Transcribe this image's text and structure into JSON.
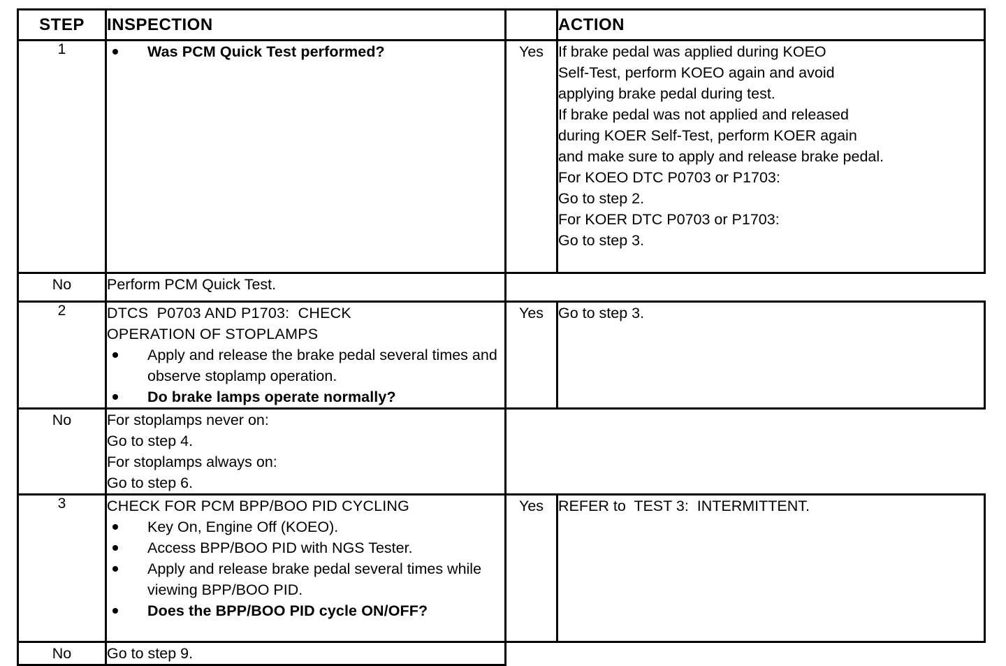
{
  "table": {
    "headers": {
      "step": "STEP",
      "inspection": "INSPECTION",
      "action": "ACTION"
    },
    "rows": [
      {
        "step": "1",
        "inspection": {
          "heading": "",
          "bullets": [
            {
              "text": "Was PCM Quick Test performed?",
              "bold": true
            }
          ]
        },
        "branches": [
          {
            "label": "Yes",
            "text": "If brake pedal was applied during KOEO\nSelf-Test, perform KOEO again and avoid\napplying brake pedal during test.\nIf brake pedal was not applied and released\nduring KOER Self-Test, perform KOER again\nand make sure to apply and release brake pedal.\nFor KOEO DTC P0703 or P1703:\nGo to step 2.\nFor KOER DTC P0703 or P1703:\nGo to step 3."
          },
          {
            "label": "No",
            "text": "Perform PCM Quick Test."
          }
        ]
      },
      {
        "step": "2",
        "inspection": {
          "heading": "DTCS  P0703 AND P1703:  CHECK\nOPERATION OF STOPLAMPS",
          "bullets": [
            {
              "text": "Apply and release the brake pedal several times and observe stoplamp operation.",
              "bold": false
            },
            {
              "text": "Do brake lamps operate normally?",
              "bold": true
            }
          ]
        },
        "branches": [
          {
            "label": "Yes",
            "text": "Go to step 3."
          },
          {
            "label": "No",
            "text": "For stoplamps never on:\nGo to step 4.\nFor stoplamps always on:\nGo to step 6."
          }
        ]
      },
      {
        "step": "3",
        "inspection": {
          "heading": "CHECK FOR PCM BPP/BOO PID CYCLING",
          "bullets": [
            {
              "text": "Key On, Engine Off (KOEO).",
              "bold": false
            },
            {
              "text": "Access BPP/BOO PID with NGS Tester.",
              "bold": false
            },
            {
              "text": "Apply and release brake pedal several times while viewing BPP/BOO PID.",
              "bold": false
            },
            {
              "text": "Does the BPP/BOO PID cycle ON/OFF?",
              "bold": true
            }
          ]
        },
        "branches": [
          {
            "label": "Yes",
            "text": "REFER to  TEST 3:  INTERMITTENT."
          },
          {
            "label": "No",
            "text": "Go to step 9."
          }
        ]
      }
    ]
  },
  "colors": {
    "ink": "#000000",
    "paper": "#ffffff"
  }
}
